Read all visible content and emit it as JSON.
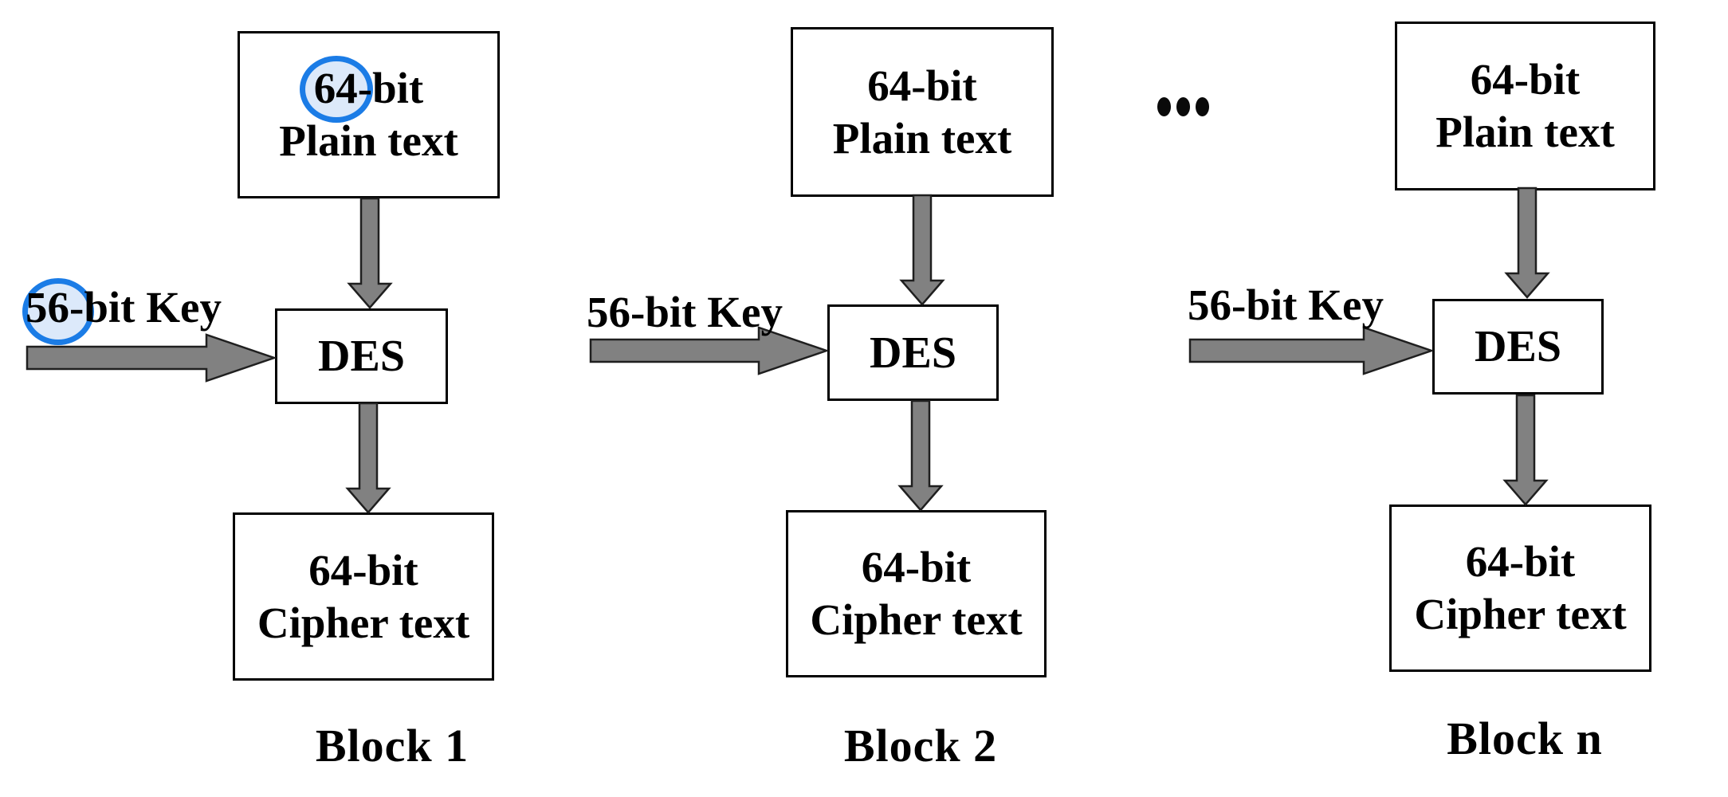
{
  "blocks": [
    {
      "plain_line1": "64-bit",
      "plain_line2": "Plain text",
      "key_label": "56-bit Key",
      "des_label": "DES",
      "cipher_line1": "64-bit",
      "cipher_line2": "Cipher text",
      "block_label": "Block 1"
    },
    {
      "plain_line1": "64-bit",
      "plain_line2": "Plain text",
      "key_label": "56-bit Key",
      "des_label": "DES",
      "cipher_line1": "64-bit",
      "cipher_line2": "Cipher text",
      "block_label": "Block 2"
    },
    {
      "plain_line1": "64-bit",
      "plain_line2": "Plain text",
      "key_label": "56-bit Key",
      "des_label": "DES",
      "cipher_line1": "64-bit",
      "cipher_line2": "Cipher text",
      "block_label": "Block n"
    }
  ],
  "annotations": [
    {
      "shape": "ellipse-highlight",
      "around_text": "64-",
      "location": "block-1 plain-text box"
    },
    {
      "shape": "ellipse-highlight",
      "around_text": "56-",
      "location": "block-1 key label"
    }
  ],
  "ellipsis": "...",
  "colors": {
    "background": "#ffffff",
    "box_border": "#000000",
    "text": "#000000",
    "arrow_fill": "#818181",
    "arrow_outline": "#1f1f1f",
    "highlight_stroke": "#1b7ce6",
    "highlight_fill": "#dce9fa"
  }
}
